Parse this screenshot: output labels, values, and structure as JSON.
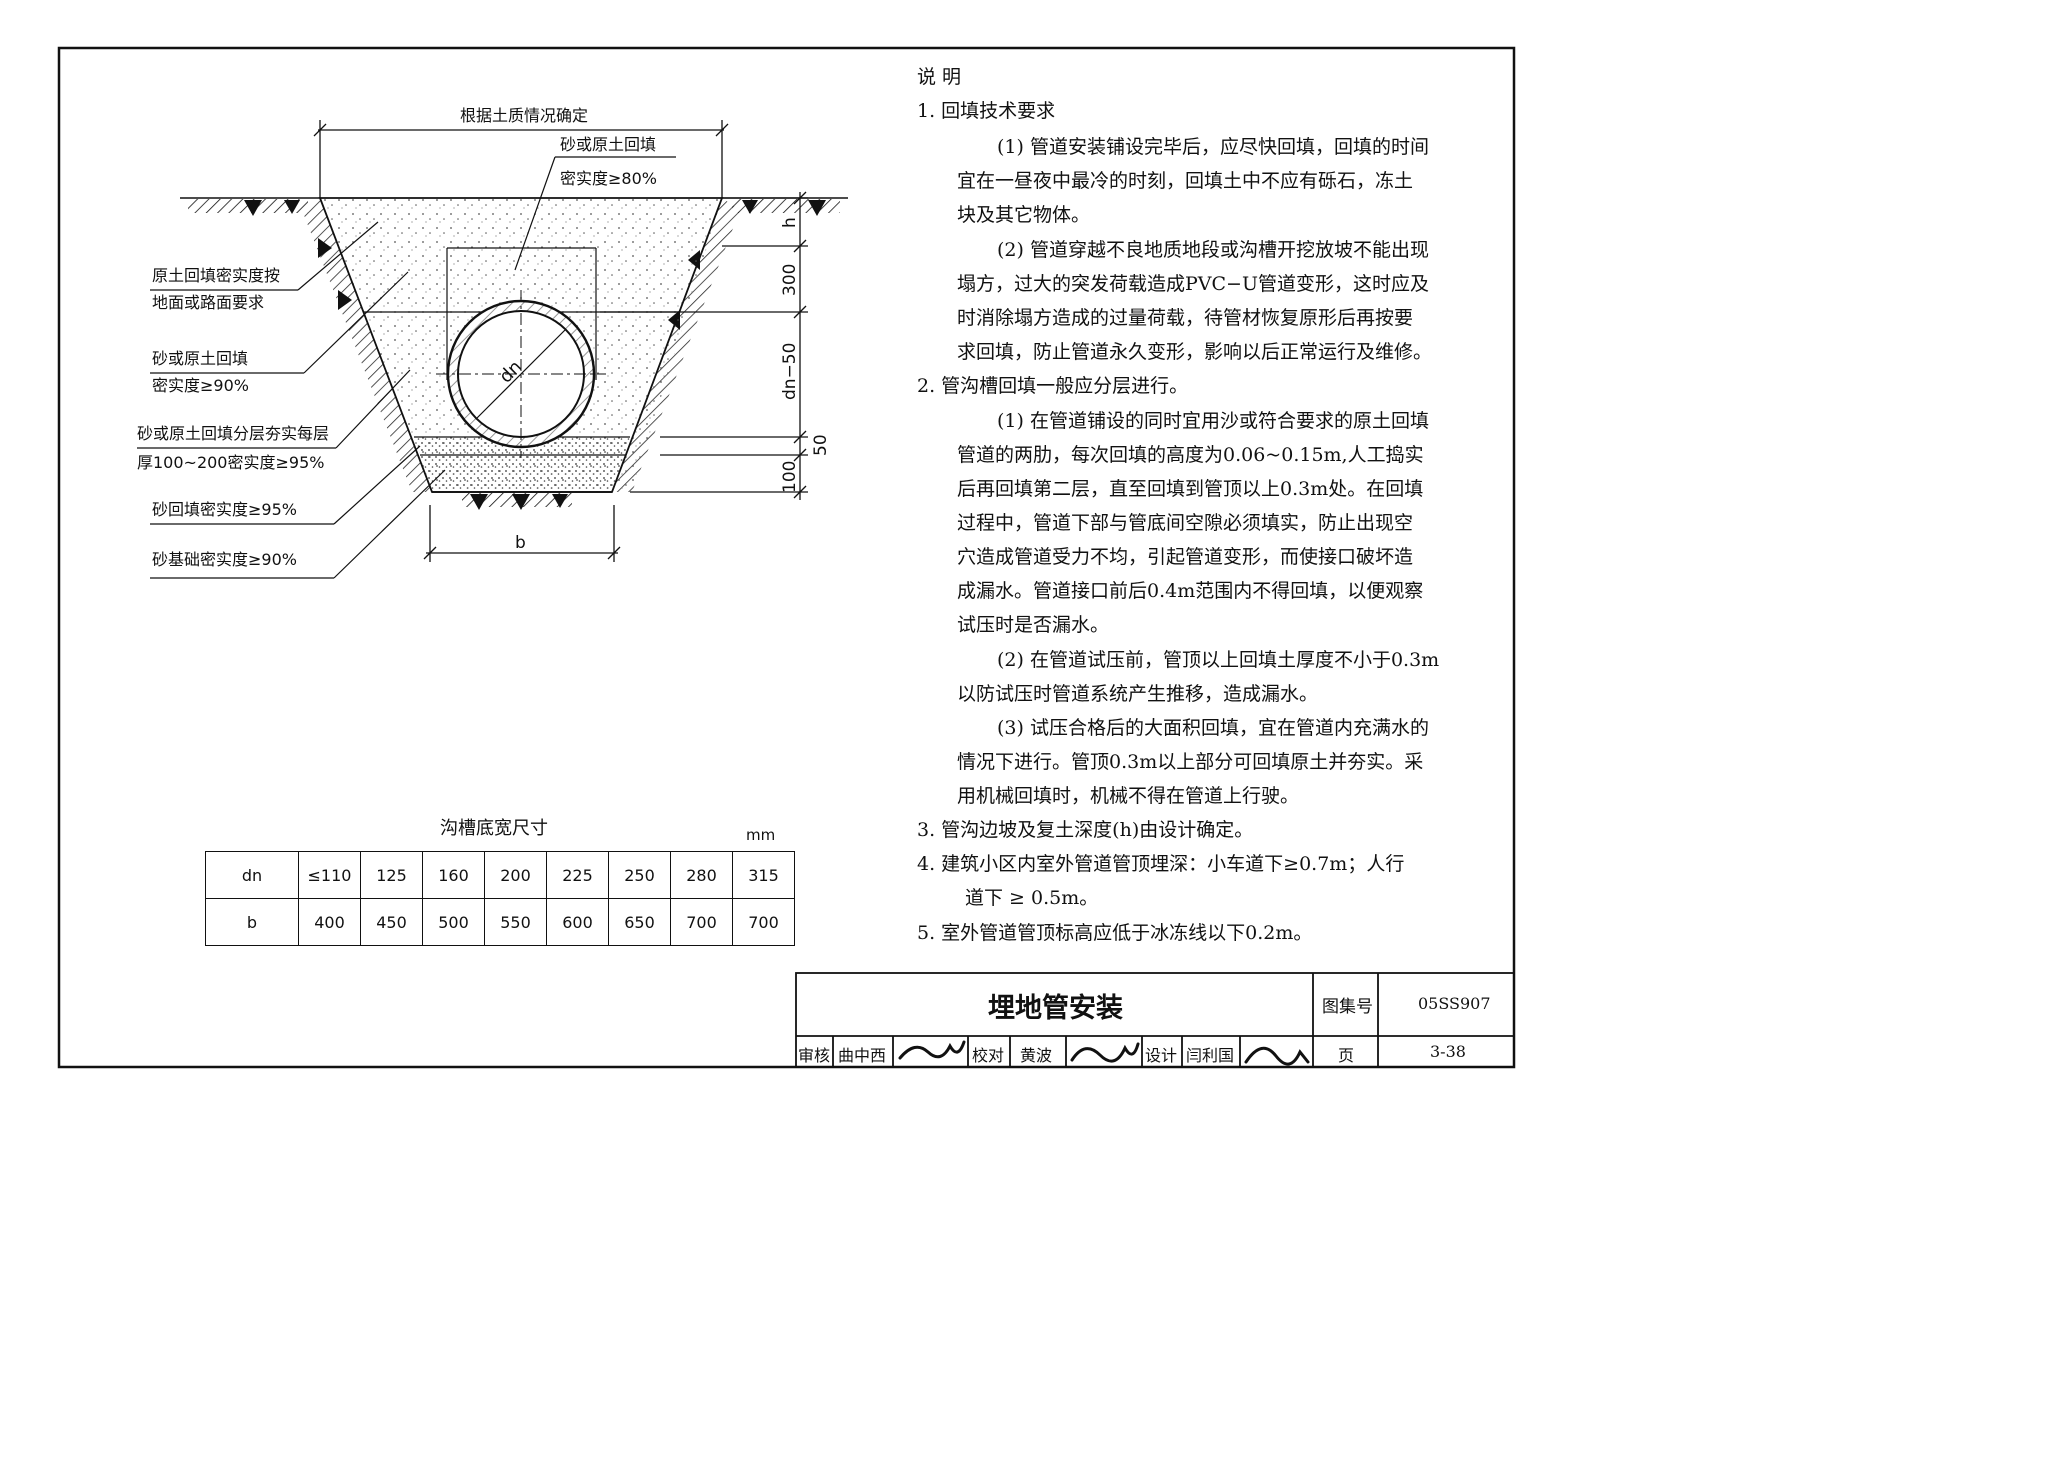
{
  "diagram": {
    "top_width_label": "根据土质情况确定",
    "sand_top_label_1": "砂或原土回填",
    "sand_top_label_2": "密实度≥80%",
    "left_label_1a": "原土回填密实度按",
    "left_label_1b": "地面或路面要求",
    "left_label_2a": "砂或原土回填",
    "left_label_2b": "密实度≥90%",
    "left_label_3a": "砂或原土回填分层夯实每层",
    "left_label_3b": "厚100~200密实度≥95%",
    "left_label_4": "砂回填密实度≥95%",
    "left_label_5": "砂基础密实度≥90%",
    "pipe_label": "dn",
    "bottom_width_label": "b",
    "dim_h": "h",
    "dim_300": "300",
    "dim_dn50": "dn−50",
    "dim_50": "50",
    "dim_100": "100"
  },
  "notes": {
    "heading": "说  明",
    "lines": [
      "1. 回填技术要求",
      "(1) 管道安装铺设完毕后，应尽快回填，回填的时间",
      "宜在一昼夜中最冷的时刻，回填土中不应有砾石，冻土",
      "块及其它物体。",
      "(2) 管道穿越不良地质地段或沟槽开挖放坡不能出现",
      "塌方，过大的突发荷载造成PVC−U管道变形，这时应及",
      "时消除塌方造成的过量荷载，待管材恢复原形后再按要",
      "求回填，防止管道永久变形，影响以后正常运行及维修。",
      "2. 管沟槽回填一般应分层进行。",
      "(1) 在管道铺设的同时宜用沙或符合要求的原土回填",
      "管道的两肋，每次回填的高度为0.06~0.15m,人工捣实",
      "后再回填第二层，直至回填到管顶以上0.3m处。在回填",
      "过程中，管道下部与管底间空隙必须填实，防止出现空",
      "穴造成管道受力不均，引起管道变形，而使接口破坏造",
      "成漏水。管道接口前后0.4m范围内不得回填，以便观察",
      "试压时是否漏水。",
      "(2) 在管道试压前，管顶以上回填土厚度不小于0.3m",
      "以防试压时管道系统产生推移，造成漏水。",
      "(3) 试压合格后的大面积回填，宜在管道内充满水的",
      "情况下进行。管顶0.3m以上部分可回填原土并夯实。采",
      "用机械回填时，机械不得在管道上行驶。",
      "3.    管沟边坡及复土深度(h)由设计确定。",
      "4.    建筑小区内室外管道管顶埋深：小车道下≥0.7m；人行",
      "道下 ≥ 0.5m。",
      "5.    室外管道管顶标高应低于冰冻线以下0.2m。"
    ]
  },
  "width_table": {
    "title": "沟槽底宽尺寸",
    "unit": "mm",
    "row_dn_label": "dn",
    "row_b_label": "b",
    "dn": [
      "≤110",
      "125",
      "160",
      "200",
      "225",
      "250",
      "280",
      "315"
    ],
    "b": [
      "400",
      "450",
      "500",
      "550",
      "600",
      "650",
      "700",
      "700"
    ]
  },
  "title_block": {
    "title": "埋地管安装",
    "atlas_label": "图集号",
    "atlas_no": "05SS907",
    "review_label": "审核",
    "reviewer": "曲中西",
    "check_label": "校对",
    "checker": "黄波",
    "design_label": "设计",
    "designer": "闫利国",
    "page_label": "页",
    "page_no": "3-38"
  }
}
